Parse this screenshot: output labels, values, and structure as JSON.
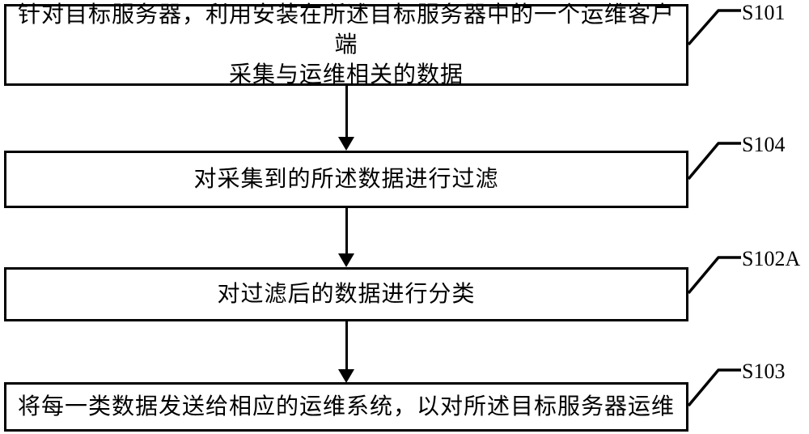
{
  "figure": {
    "type": "flowchart",
    "background_color": "#ffffff",
    "line_color": "#000000"
  },
  "steps": [
    {
      "label": "S101",
      "text": "针对目标服务器，利用安装在所述目标服务器中的一个运维客户端\n采集与运维相关的数据"
    },
    {
      "label": "S104",
      "text": "对采集到的所述数据进行过滤"
    },
    {
      "label": "S102A",
      "text": "对过滤后的数据进行分类"
    },
    {
      "label": "S103",
      "text": "将每一类数据发送给相应的运维系统，以对所述目标服务器运维"
    }
  ]
}
